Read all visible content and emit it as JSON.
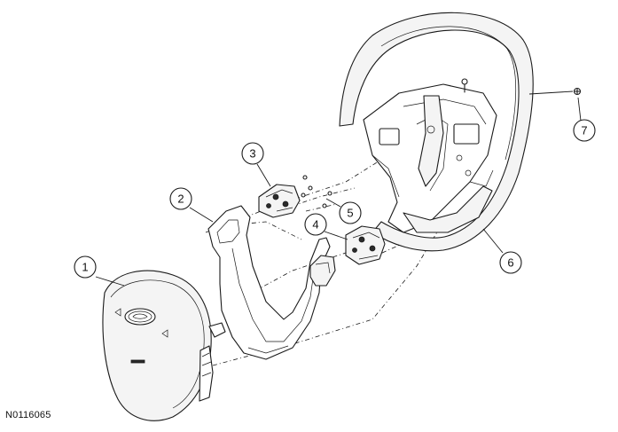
{
  "figure_id": "N0116065",
  "callouts": [
    {
      "number": "1"
    },
    {
      "number": "2"
    },
    {
      "number": "3"
    },
    {
      "number": "4"
    },
    {
      "number": "5"
    },
    {
      "number": "6"
    },
    {
      "number": "7"
    }
  ]
}
